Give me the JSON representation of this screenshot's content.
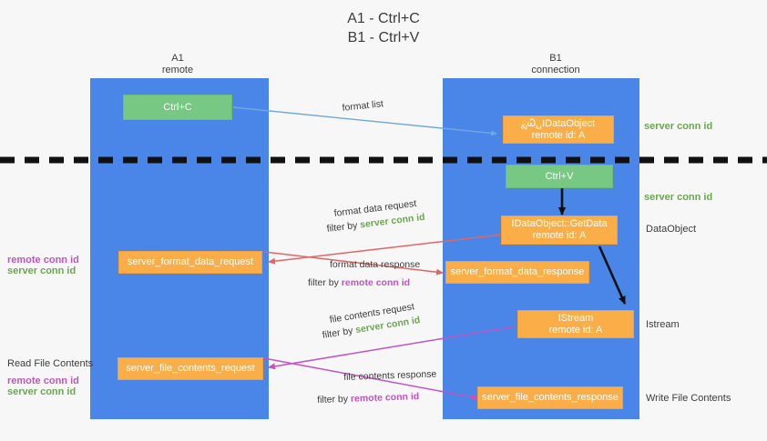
{
  "title": {
    "line1": "A1 - Ctrl+C",
    "line2": "B1 - Ctrl+V"
  },
  "lanes": [
    {
      "name": "A1",
      "sub": "remote"
    },
    {
      "name": "B1",
      "sub": "connection"
    }
  ],
  "boxes": {
    "ctrl_c": "Ctrl+C",
    "ctrl_v": "Ctrl+V",
    "idataobject_l1": "ྨᏇ␣IDataObject",
    "idataobject_l2": "remote id: A",
    "getdata_l1": "IDataObject::GetData",
    "getdata_l2": "remote id: A",
    "istream_l1": "IStream",
    "istream_l2": "remote id: A",
    "server_format_data_request": "server_format_data_request",
    "server_format_data_response": "server_format_data_response",
    "server_file_contents_request": "server_file_contents_request",
    "server_file_contents_response": "server_file_contents_response"
  },
  "right_labels": {
    "server_conn_id_1": "server conn id",
    "server_conn_id_2": "server conn id",
    "dataobject": "DataObject",
    "istream": "Istream",
    "write_file_contents": "Write File Contents"
  },
  "left_labels": {
    "remote_conn_id_1": "remote conn id",
    "server_conn_id_1": "server conn id",
    "read_file_contents": "Read File Contents",
    "remote_conn_id_2": "remote conn id",
    "server_conn_id_2": "server conn id"
  },
  "arrow_labels": {
    "format_list": "format list",
    "format_data_request": "format data request",
    "format_data_request_filter_pre": "filter by ",
    "format_data_request_filter_id": "server conn id",
    "format_data_response": "format data response",
    "format_data_response_filter_pre": "filter by ",
    "format_data_response_filter_id": "remote conn id",
    "file_contents_request": "file contents request",
    "file_contents_request_filter_pre": "filter by ",
    "file_contents_request_filter_id": "server conn id",
    "file_contents_response": "file contents response",
    "file_contents_response_filter_pre": "filter by ",
    "file_contents_response_filter_id": "remote conn id"
  },
  "colors": {
    "lane": "#4a86e8",
    "orange": "#fbae47",
    "green_box": "#77c882",
    "green_text": "#6aa84f",
    "purple_text": "#c154c1",
    "arrow_blue": "#6fa8dc",
    "arrow_red": "#e06666",
    "arrow_magenta": "#c154c1",
    "arrow_black": "#000000",
    "background": "#f7f7f7"
  }
}
